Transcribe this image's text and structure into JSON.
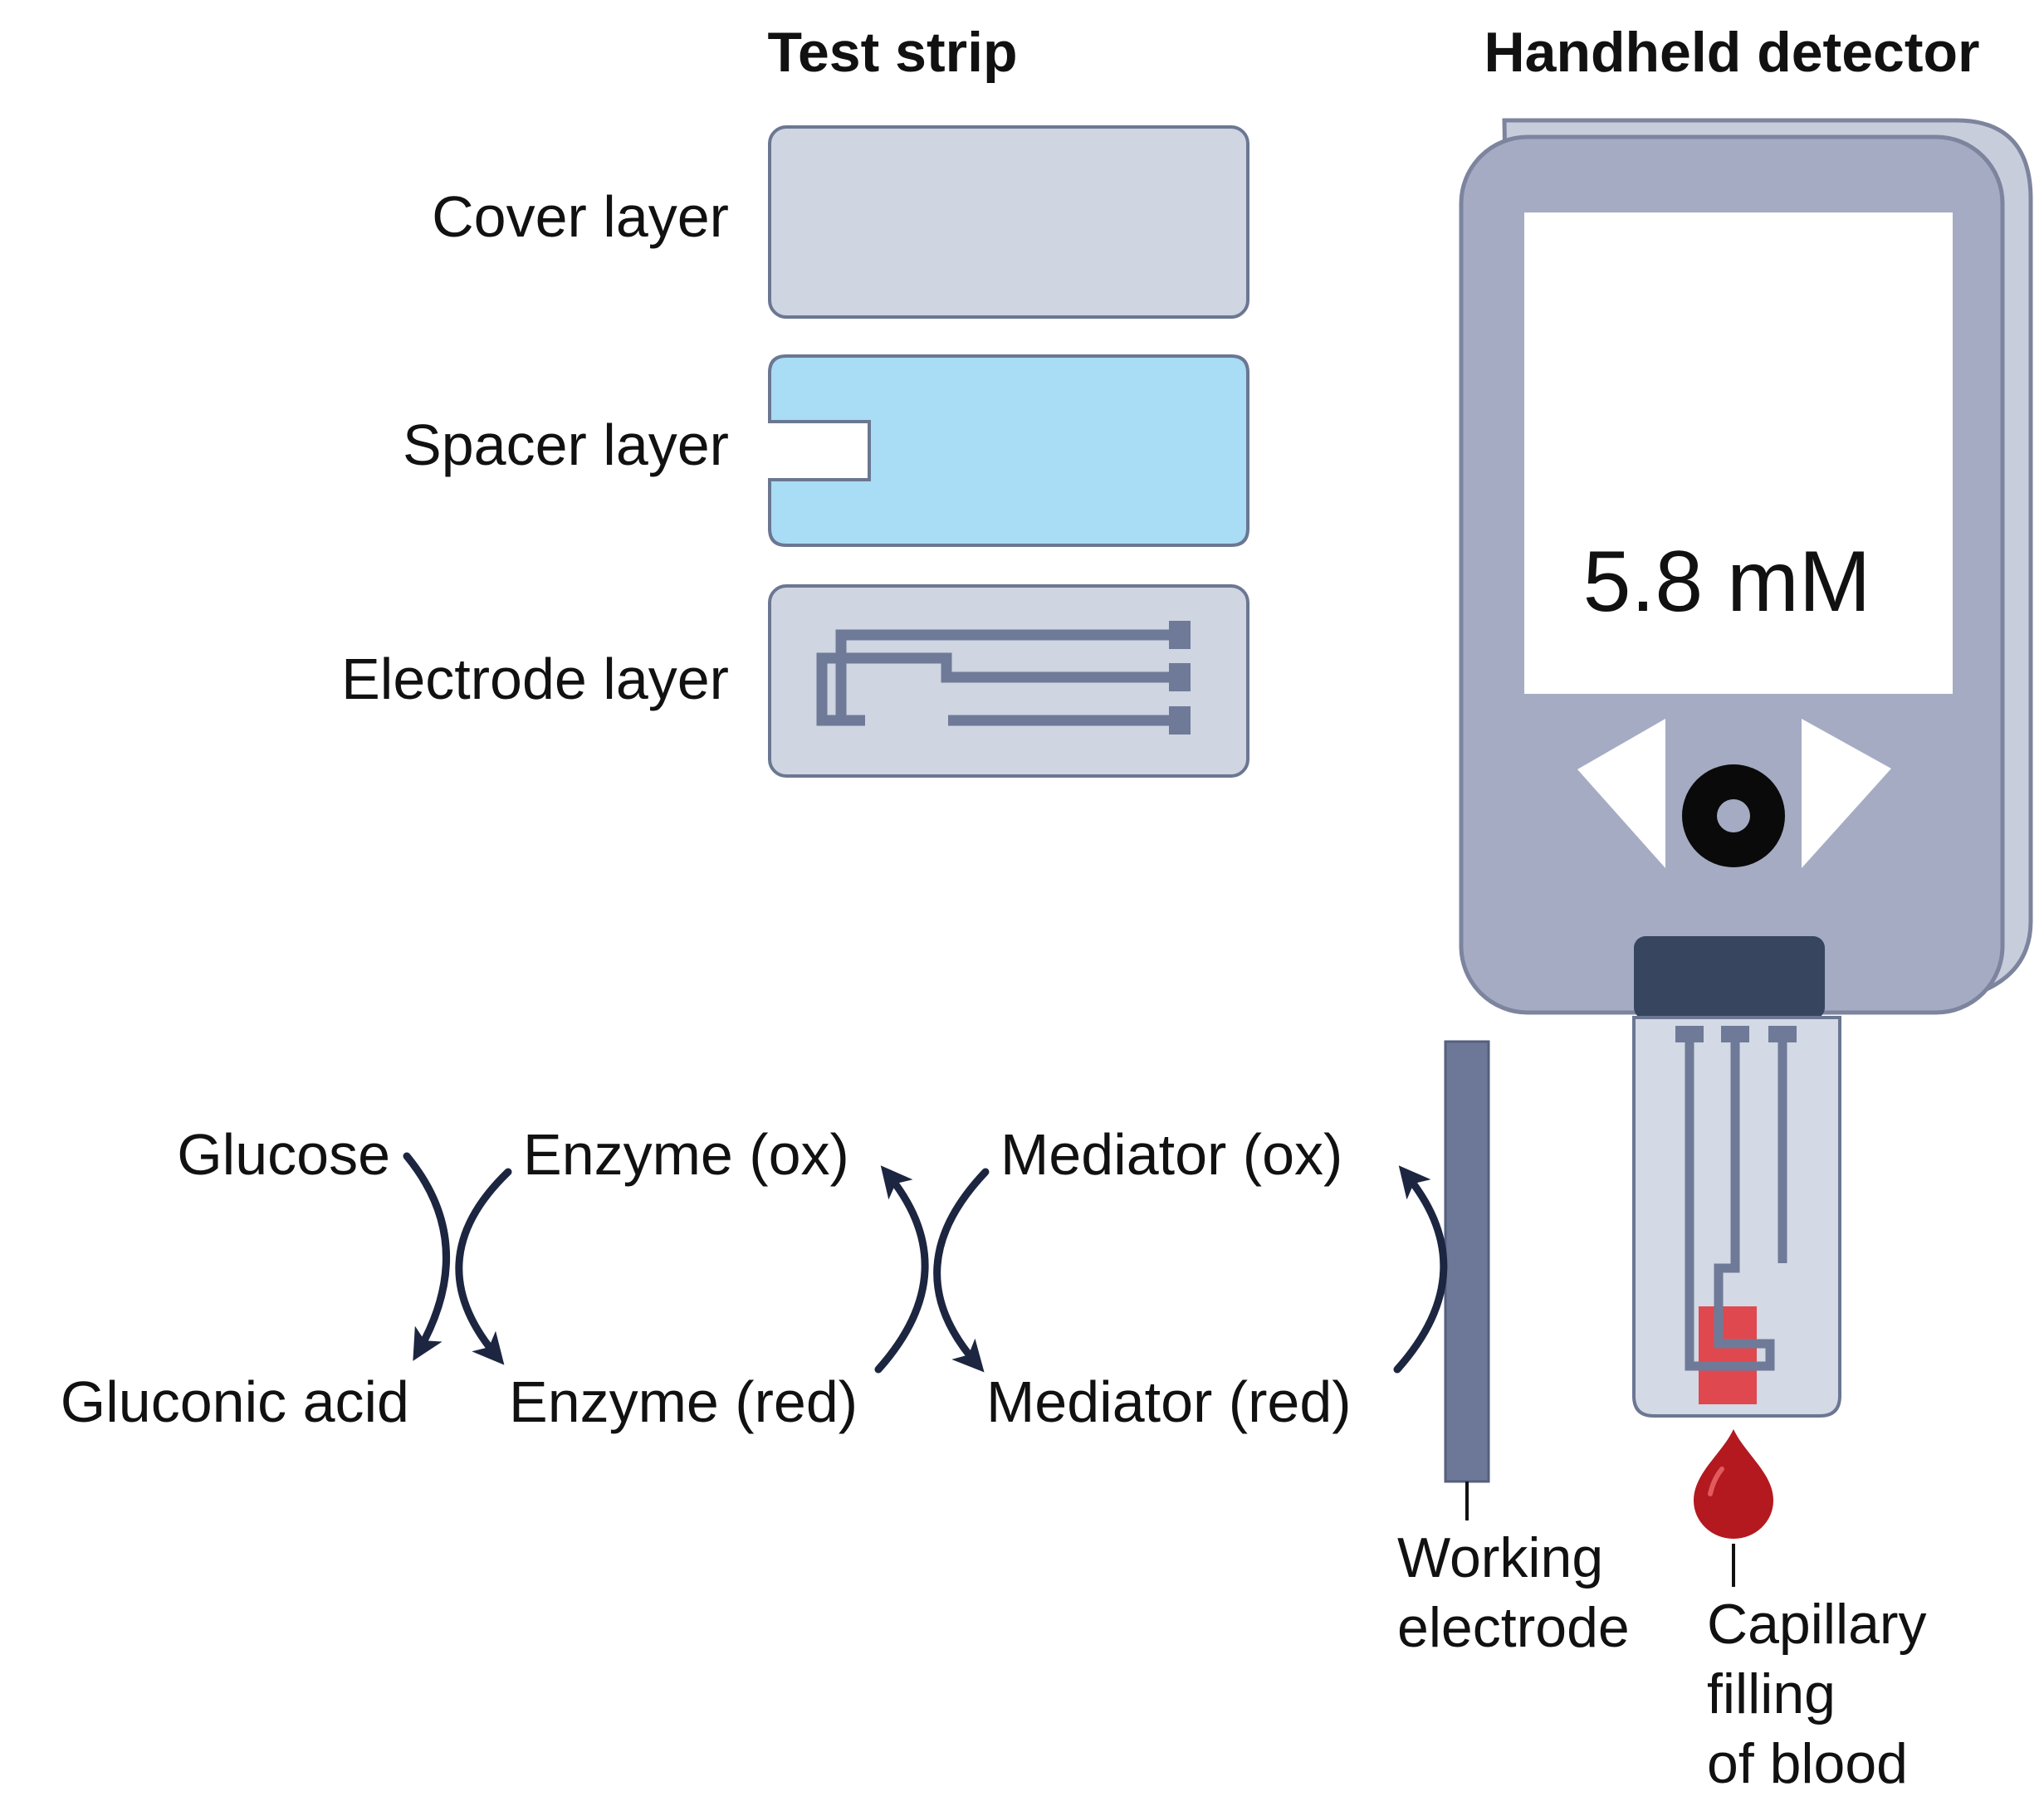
{
  "test_strip": {
    "title": "Test strip",
    "layers": {
      "cover": "Cover layer",
      "spacer": "Spacer layer",
      "electrode": "Electrode layer"
    }
  },
  "detector": {
    "title": "Handheld detector",
    "reading": "5.8 mM"
  },
  "reaction": {
    "glucose": "Glucose",
    "gluconic_acid": "Gluconic acid",
    "enzyme_ox": "Enzyme (ox)",
    "enzyme_red": "Enzyme (red)",
    "mediator_ox": "Mediator (ox)",
    "mediator_red": "Mediator (red)"
  },
  "callouts": {
    "working_electrode": [
      "Working",
      "electrode"
    ],
    "capillary": [
      "Capillary",
      "filling",
      "of blood"
    ]
  },
  "colors": {
    "cover_fill": "#cfd5e1",
    "spacer_fill": "#a9dcf5",
    "layer_stroke": "#6b7792",
    "trace": "#6e7a98",
    "meter_body": "#a5abc3",
    "meter_screen": "#ffffff",
    "slot_dark": "#37455f",
    "blood": "#b3191f",
    "blood_zone": "#e0484f",
    "arrow": "#1d2640"
  }
}
